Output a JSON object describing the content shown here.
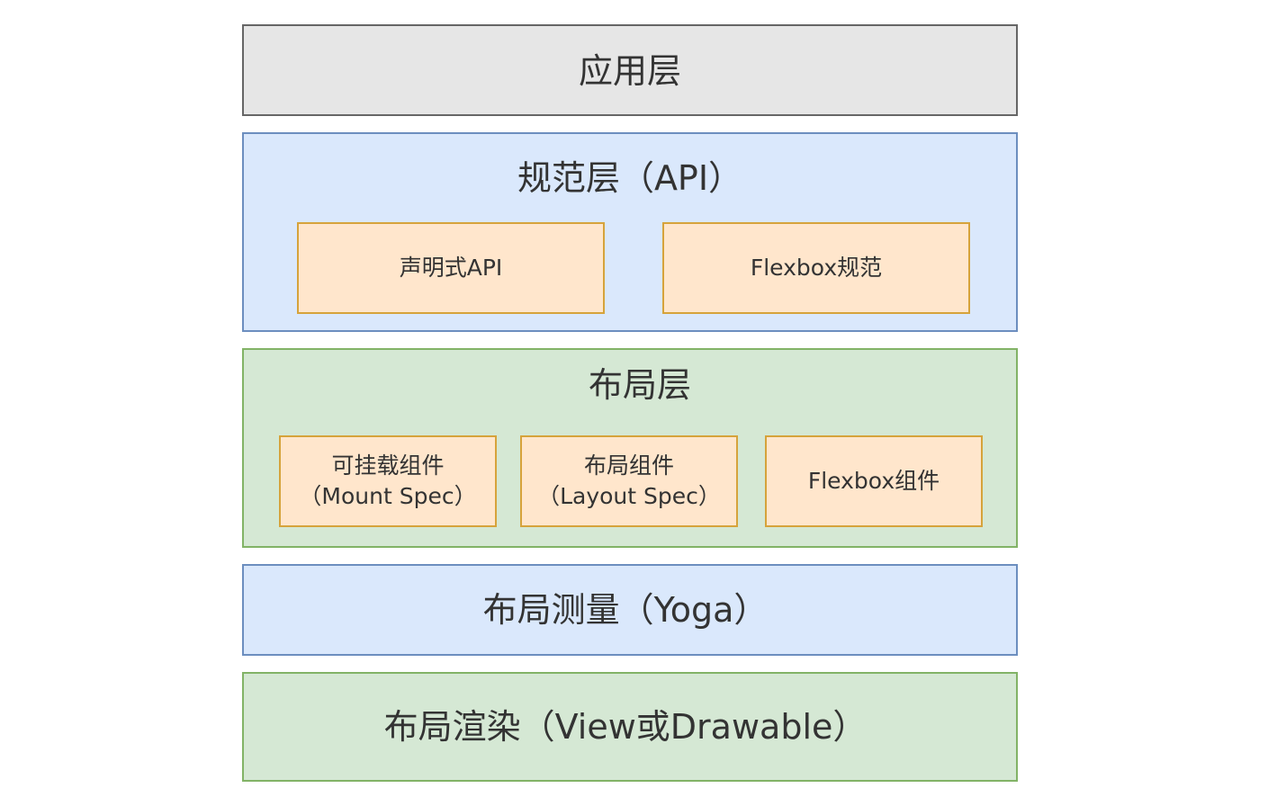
{
  "layers": {
    "app": {
      "title": "应用层"
    },
    "spec": {
      "title": "规范层（API）",
      "items": [
        "声明式API",
        "Flexbox规范"
      ]
    },
    "layout": {
      "title": "布局层",
      "items": [
        {
          "line1": "可挂载组件",
          "line2": "（Mount Spec）"
        },
        {
          "line1": "布局组件",
          "line2": "（Layout Spec）"
        },
        {
          "line1": "Flexbox组件",
          "line2": ""
        }
      ]
    },
    "measure": {
      "title": "布局测量（Yoga）"
    },
    "render": {
      "title": "布局渲染（View或Drawable）"
    }
  },
  "colors": {
    "gray_fill": "#e6e6e6",
    "blue_fill": "#dae8fc",
    "green_fill": "#d5e8d4",
    "orange_fill": "#ffe6cc",
    "orange_border": "#d6a33b"
  }
}
